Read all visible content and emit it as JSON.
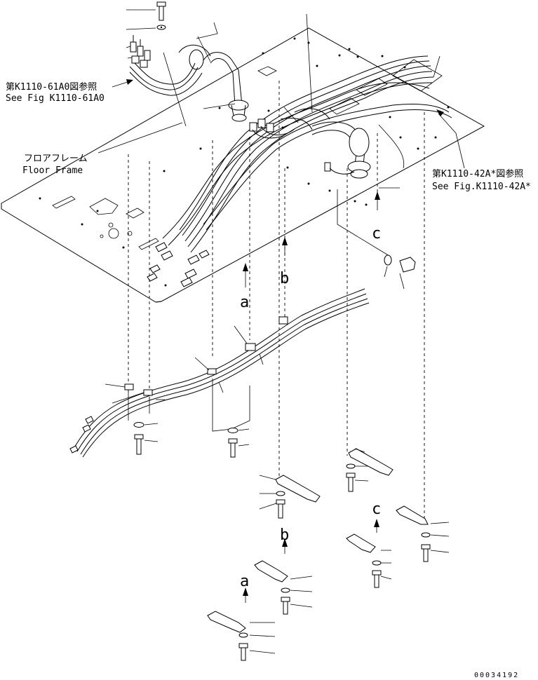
{
  "labels": {
    "ref_61_jp": "第K1110-61A0図参照",
    "ref_61_en": "See Fig K1110-61A0",
    "floor_jp": "フロアフレーム",
    "floor_en": "Floor Frame",
    "ref_42_jp": "第K1110-42A*図参照",
    "ref_42_en": "See Fig.K1110-42A*",
    "view_a": "a",
    "view_b": "b",
    "view_c": "c",
    "drawing_no": "00034192"
  },
  "colors": {
    "ink": "#000000",
    "paper": "#ffffff"
  }
}
